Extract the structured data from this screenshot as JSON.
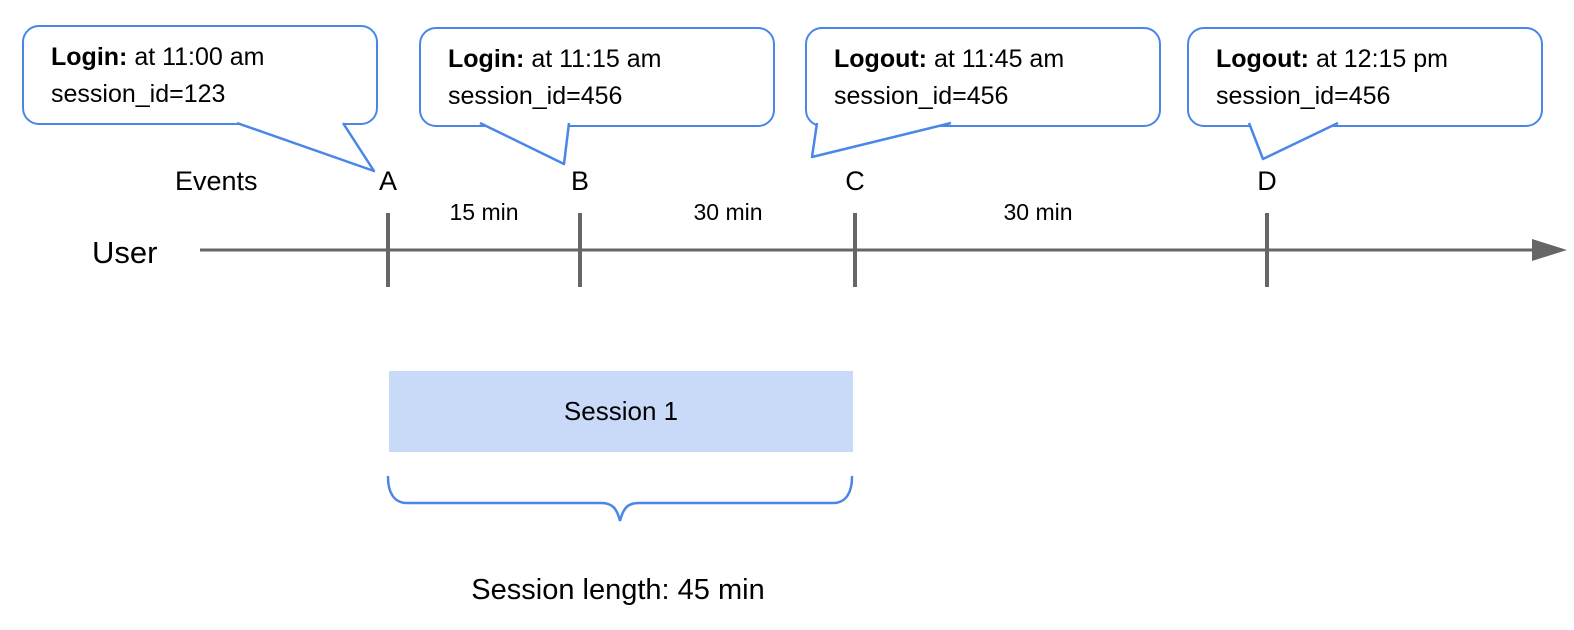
{
  "colors": {
    "accent": "#4a86e8",
    "session_fill": "#c9daf8",
    "line": "#666666",
    "text": "#000000"
  },
  "callouts": [
    {
      "title": "Login:",
      "time": "at 11:00 am",
      "session": "session_id=123"
    },
    {
      "title": "Login:",
      "time": "at 11:15 am",
      "session": "session_id=456"
    },
    {
      "title": "Logout:",
      "time": "at 11:45 am",
      "session": "session_id=456"
    },
    {
      "title": "Logout:",
      "time": "at 12:15 pm",
      "session": "session_id=456"
    }
  ],
  "timeline": {
    "events_label": "Events",
    "actor_label": "User",
    "markers": [
      "A",
      "B",
      "C",
      "D"
    ],
    "intervals": [
      "15 min",
      "30 min",
      "30 min"
    ]
  },
  "session": {
    "box_label": "Session 1",
    "length_label": "Session length: 45 min"
  }
}
